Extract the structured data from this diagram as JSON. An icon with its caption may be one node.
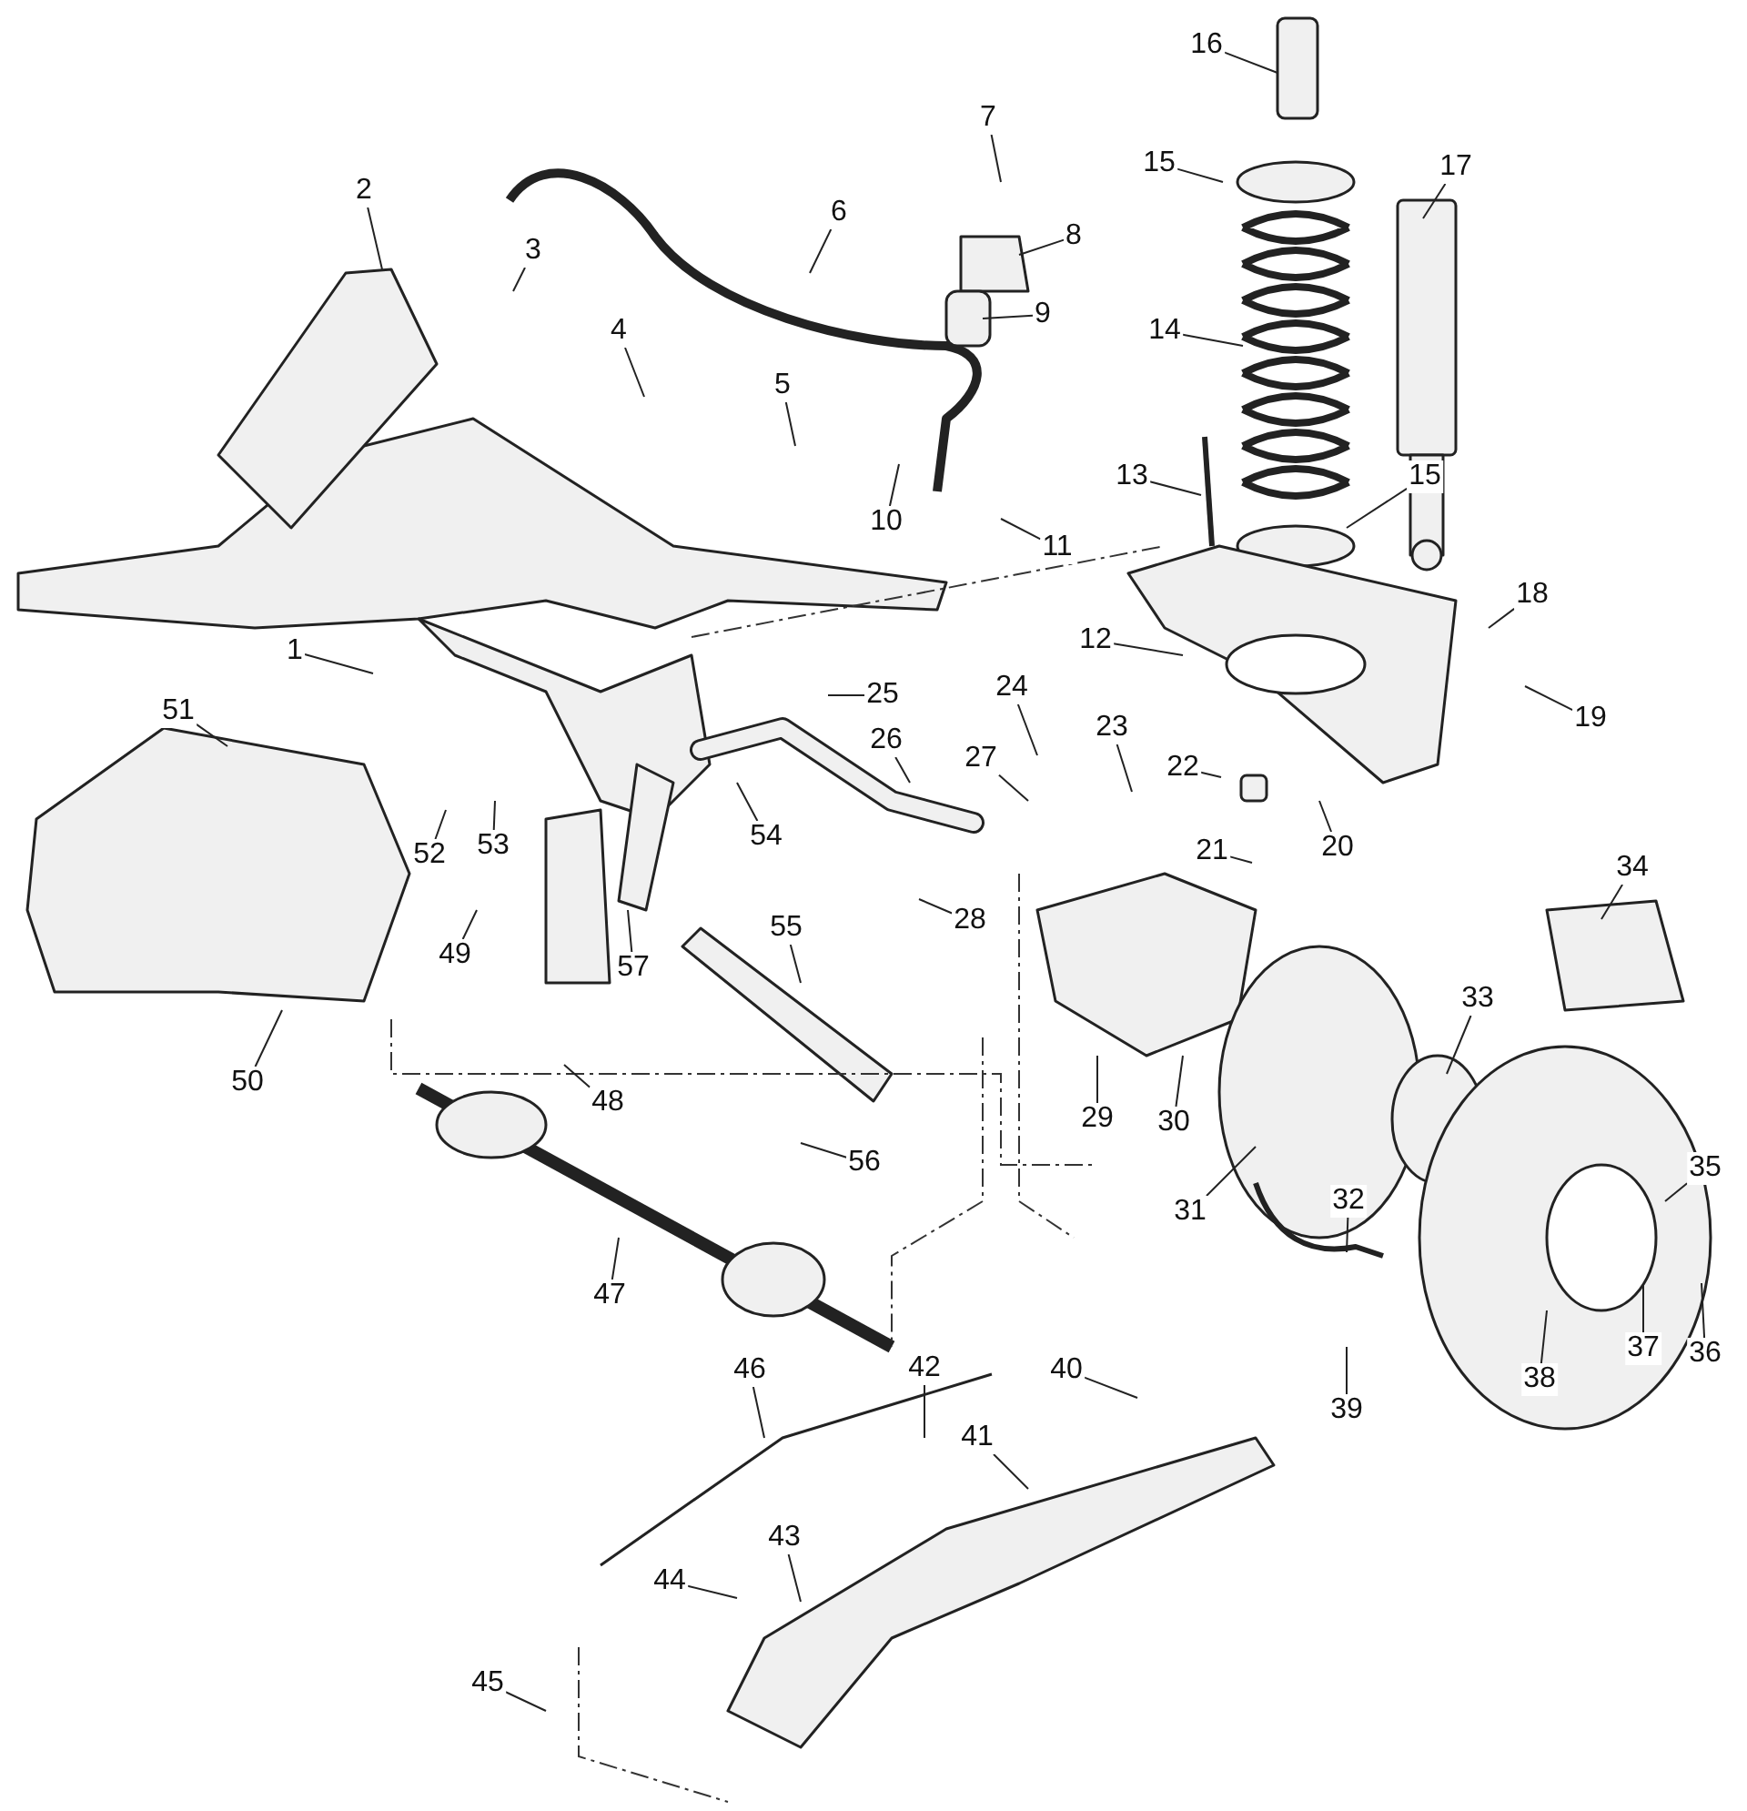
{
  "diagram": {
    "nodes": [
      {
        "text": [
          "1"
        ]
      },
      {
        "text": [
          "2"
        ]
      },
      {
        "text": [
          "3"
        ]
      },
      {
        "text": [
          "4"
        ]
      },
      {
        "text": [
          "5"
        ]
      },
      {
        "text": [
          "6"
        ]
      },
      {
        "text": [
          "7"
        ]
      },
      {
        "text": [
          "8"
        ]
      },
      {
        "text": [
          "9"
        ]
      },
      {
        "text": [
          "10"
        ]
      },
      {
        "text": [
          "11"
        ]
      },
      {
        "text": [
          "12"
        ]
      },
      {
        "text": [
          "13"
        ]
      },
      {
        "text": [
          "14"
        ]
      },
      {
        "text": [
          "15"
        ]
      },
      {
        "text": [
          "15"
        ]
      },
      {
        "text": [
          "16"
        ]
      },
      {
        "text": [
          "17"
        ]
      },
      {
        "text": [
          "18"
        ]
      },
      {
        "text": [
          "19"
        ]
      },
      {
        "text": [
          "20"
        ]
      },
      {
        "text": [
          "21"
        ]
      },
      {
        "text": [
          "22"
        ]
      },
      {
        "text": [
          "23"
        ]
      },
      {
        "text": [
          "24"
        ]
      },
      {
        "text": [
          "25"
        ]
      },
      {
        "text": [
          "26"
        ]
      },
      {
        "text": [
          "27"
        ]
      },
      {
        "text": [
          "28"
        ]
      },
      {
        "text": [
          "29"
        ]
      },
      {
        "text": [
          "30"
        ]
      },
      {
        "text": [
          "31"
        ]
      },
      {
        "text": [
          "32"
        ]
      },
      {
        "text": [
          "33"
        ]
      },
      {
        "text": [
          "34"
        ]
      },
      {
        "text": [
          "35"
        ]
      },
      {
        "text": [
          "36"
        ]
      },
      {
        "text": [
          "37"
        ]
      },
      {
        "text": [
          "38"
        ]
      },
      {
        "text": [
          "39"
        ]
      },
      {
        "text": [
          "40"
        ]
      },
      {
        "text": [
          "41"
        ]
      },
      {
        "text": [
          "42"
        ]
      },
      {
        "text": [
          "43"
        ]
      },
      {
        "text": [
          "44"
        ]
      },
      {
        "text": [
          "45"
        ]
      },
      {
        "text": [
          "46"
        ]
      },
      {
        "text": [
          "47"
        ]
      },
      {
        "text": [
          "48"
        ]
      },
      {
        "text": [
          "49"
        ]
      },
      {
        "text": [
          "50"
        ]
      },
      {
        "text": [
          "51"
        ]
      },
      {
        "text": [
          "52"
        ]
      },
      {
        "text": [
          "53"
        ]
      },
      {
        "text": [
          "54"
        ]
      },
      {
        "text": [
          "55"
        ]
      },
      {
        "text": [
          "56"
        ]
      },
      {
        "text": [
          "57"
        ]
      }
    ],
    "edges": [
      {
        "from": 0,
        "to": null,
        "arrow": "none"
      },
      {
        "from": 1,
        "to": null,
        "arrow": "none"
      },
      {
        "from": 2,
        "to": null,
        "arrow": "none"
      },
      {
        "from": 3,
        "to": null,
        "arrow": "none"
      },
      {
        "from": 4,
        "to": null,
        "arrow": "none"
      },
      {
        "from": 5,
        "to": null,
        "arrow": "none"
      },
      {
        "from": 6,
        "to": null,
        "arrow": "none"
      },
      {
        "from": 7,
        "to": null,
        "arrow": "none"
      },
      {
        "from": 8,
        "to": null,
        "arrow": "none"
      },
      {
        "from": 9,
        "to": null,
        "arrow": "none"
      },
      {
        "from": 10,
        "to": null,
        "arrow": "none"
      },
      {
        "from": 11,
        "to": null,
        "arrow": "none"
      },
      {
        "from": 12,
        "to": null,
        "arrow": "none"
      },
      {
        "from": 13,
        "to": null,
        "arrow": "none"
      },
      {
        "from": 14,
        "to": null,
        "arrow": "none"
      },
      {
        "from": 15,
        "to": null,
        "arrow": "none"
      },
      {
        "from": 16,
        "to": null,
        "arrow": "none"
      },
      {
        "from": 17,
        "to": null,
        "arrow": "none"
      },
      {
        "from": 18,
        "to": null,
        "arrow": "none"
      },
      {
        "from": 19,
        "to": null,
        "arrow": "none"
      },
      {
        "from": 20,
        "to": null,
        "arrow": "none"
      },
      {
        "from": 21,
        "to": null,
        "arrow": "none"
      },
      {
        "from": 22,
        "to": null,
        "arrow": "none"
      },
      {
        "from": 23,
        "to": null,
        "arrow": "none"
      },
      {
        "from": 24,
        "to": null,
        "arrow": "none"
      },
      {
        "from": 25,
        "to": null,
        "arrow": "none"
      },
      {
        "from": 26,
        "to": null,
        "arrow": "none"
      },
      {
        "from": 27,
        "to": null,
        "arrow": "none"
      },
      {
        "from": 28,
        "to": null,
        "arrow": "none"
      },
      {
        "from": 29,
        "to": null,
        "arrow": "none"
      },
      {
        "from": 30,
        "to": null,
        "arrow": "none"
      },
      {
        "from": 31,
        "to": null,
        "arrow": "none"
      },
      {
        "from": 32,
        "to": null,
        "arrow": "none"
      },
      {
        "from": 33,
        "to": null,
        "arrow": "none"
      },
      {
        "from": 34,
        "to": null,
        "arrow": "none"
      },
      {
        "from": 35,
        "to": null,
        "arrow": "none"
      },
      {
        "from": 36,
        "to": null,
        "arrow": "none"
      },
      {
        "from": 37,
        "to": null,
        "arrow": "none"
      },
      {
        "from": 38,
        "to": null,
        "arrow": "none"
      },
      {
        "from": 39,
        "to": null,
        "arrow": "none"
      },
      {
        "from": 40,
        "to": null,
        "arrow": "none"
      },
      {
        "from": 41,
        "to": null,
        "arrow": "none"
      },
      {
        "from": 42,
        "to": null,
        "arrow": "none"
      },
      {
        "from": 43,
        "to": null,
        "arrow": "none"
      },
      {
        "from": 44,
        "to": null,
        "arrow": "none"
      },
      {
        "from": 45,
        "to": null,
        "arrow": "none"
      },
      {
        "from": 46,
        "to": null,
        "arrow": "none"
      },
      {
        "from": 47,
        "to": null,
        "arrow": "none"
      },
      {
        "from": 48,
        "to": null,
        "arrow": "none"
      },
      {
        "from": 49,
        "to": null,
        "arrow": "none"
      },
      {
        "from": 50,
        "to": null,
        "arrow": "none"
      },
      {
        "from": 51,
        "to": null,
        "arrow": "none"
      },
      {
        "from": 52,
        "to": null,
        "arrow": "none"
      },
      {
        "from": 53,
        "to": null,
        "arrow": "none"
      },
      {
        "from": 54,
        "to": null,
        "arrow": "none"
      },
      {
        "from": 55,
        "to": null,
        "arrow": "none"
      },
      {
        "from": 56,
        "to": null,
        "arrow": "none"
      },
      {
        "from": 57,
        "to": null,
        "arrow": "none"
      }
    ]
  }
}
